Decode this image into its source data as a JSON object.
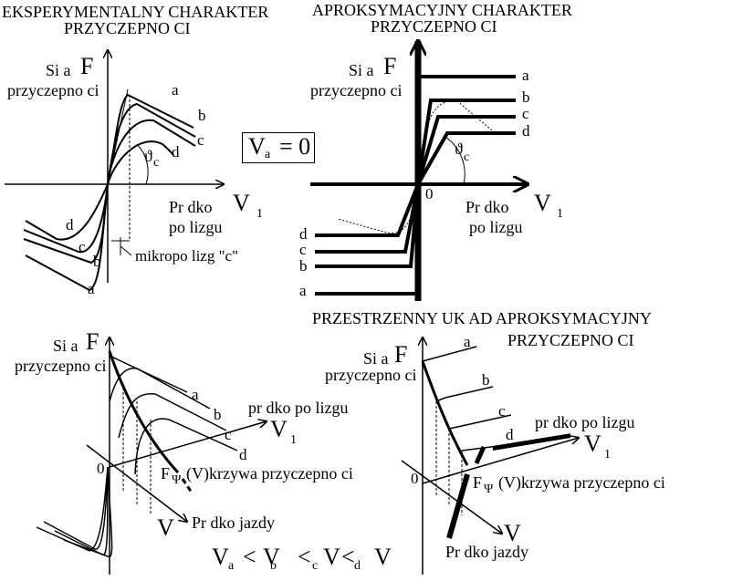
{
  "panels": {
    "experimental": {
      "title_l1": "EKSPERYMENTALNY CHARAKTER",
      "title_l2": "PRZYCZEPNO  CI",
      "y_label_l1": "Si  a",
      "y_label_F": "F",
      "y_label_l2": "przyczepno  ci",
      "x_label_l1": "Pr  dko",
      "x_label_V": "V",
      "x_label_sub": "1",
      "x_label_l2": "po  lizgu",
      "angle_label": "ϑ",
      "angle_sub": "c",
      "curve_labels": [
        "a",
        "b",
        "c",
        "d"
      ],
      "slip_label": "mikropo  lizg \"c\""
    },
    "approximate": {
      "title_l1": "APROKSYMACYJNY CHARAKTER",
      "title_l2": "PRZYCZEPNO  CI",
      "y_label_l1": "Si  a",
      "y_label_F": "F",
      "y_label_l2": "przyczepno  ci",
      "origin": "0",
      "x_label_l1": "Pr  dko",
      "x_label_V": "V",
      "x_label_sub": "1",
      "x_label_l2": "po  lizgu",
      "angle_label": "ϑ",
      "angle_sub": "c",
      "curve_labels": [
        "a",
        "b",
        "c",
        "d"
      ]
    },
    "condition": {
      "V": "V",
      "sub": "a",
      "rest": "= 0"
    },
    "spatial_exp": {
      "y_label_l1": "Si  a",
      "y_label_F": "F",
      "y_label_l2": "przyczepno  ci",
      "x_label": "pr  dko     po  lizgu",
      "x_V": "V",
      "x_sub": "1",
      "origin": "0",
      "curve_F": "F",
      "curve_sub": "Ψ",
      "curve_label": "(V)krzywa przyczepno  ci",
      "z_V": "V",
      "z_label": "Pr  dko     jazdy",
      "curve_labels": [
        "a",
        "b",
        "c",
        "d"
      ]
    },
    "spatial_approx": {
      "title_l1": "PRZESTRZENNY UK  AD APROKSYMACYJNY",
      "title_l2": "PRZYCZEPNO  CI",
      "y_label_l1": "Si  a",
      "y_label_F": "F",
      "y_label_l2": "przyczepno  ci",
      "x_label": "pr  dko     po  lizgu",
      "x_V": "V",
      "x_sub": "1",
      "origin": "0",
      "curve_F": "F",
      "curve_sub": "Ψ",
      "curve_label": "(V)krzywa przyczepno  ci",
      "z_V": "V",
      "z_label": "Pr  dko     jazdy",
      "curve_labels": [
        "a",
        "b",
        "c",
        "d"
      ]
    },
    "inequality": {
      "v1": "V",
      "s1": "a",
      "lt1": "<",
      "v2": "V",
      "s2": "b",
      "lt2": "<",
      "v3": "V",
      "s3": "c",
      "lt3": "<",
      "v4": "V",
      "s4": "d"
    }
  }
}
